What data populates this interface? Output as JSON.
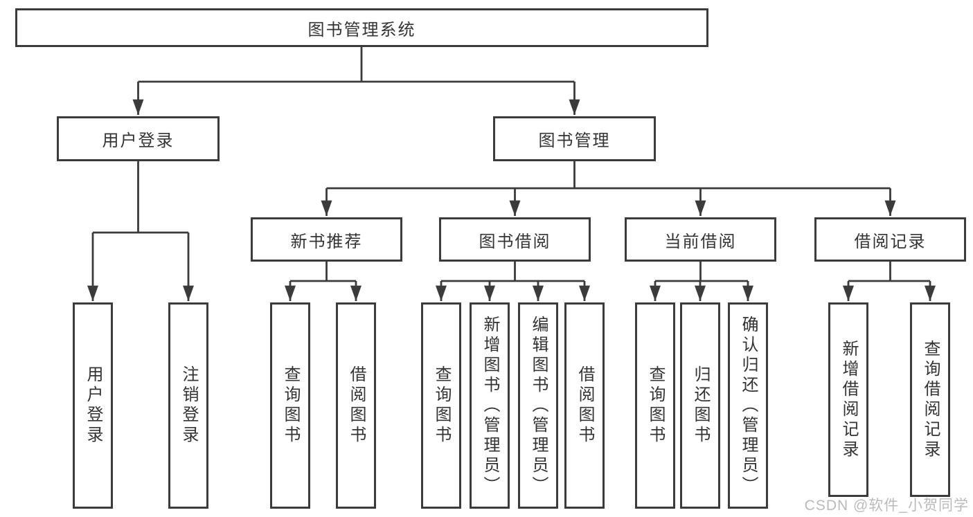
{
  "tree": {
    "label": "图书管理系统",
    "children": [
      {
        "label": "用户登录",
        "children": [
          {
            "label": "用户登录"
          },
          {
            "label": "注销登录"
          }
        ]
      },
      {
        "label": "图书管理",
        "children": [
          {
            "label": "新书推荐",
            "children": [
              {
                "label": "查询图书"
              },
              {
                "label": "借阅图书"
              }
            ]
          },
          {
            "label": "图书借阅",
            "children": [
              {
                "label": "查询图书"
              },
              {
                "label": "新增图书（管理员）"
              },
              {
                "label": "编辑图书（管理员）"
              },
              {
                "label": "借阅图书"
              }
            ]
          },
          {
            "label": "当前借阅",
            "children": [
              {
                "label": "查询图书"
              },
              {
                "label": "归还图书"
              },
              {
                "label": "确认归还（管理员）"
              }
            ]
          },
          {
            "label": "借阅记录",
            "children": [
              {
                "label": "新增借阅记录"
              },
              {
                "label": "查询借阅记录"
              }
            ]
          }
        ]
      }
    ]
  },
  "watermark": "CSDN @软件_小贺同学",
  "style": {
    "line_color": "#3b3b3b",
    "text_color": "#333333",
    "watermark_color": "#b5b5b5",
    "background": "#ffffff"
  }
}
